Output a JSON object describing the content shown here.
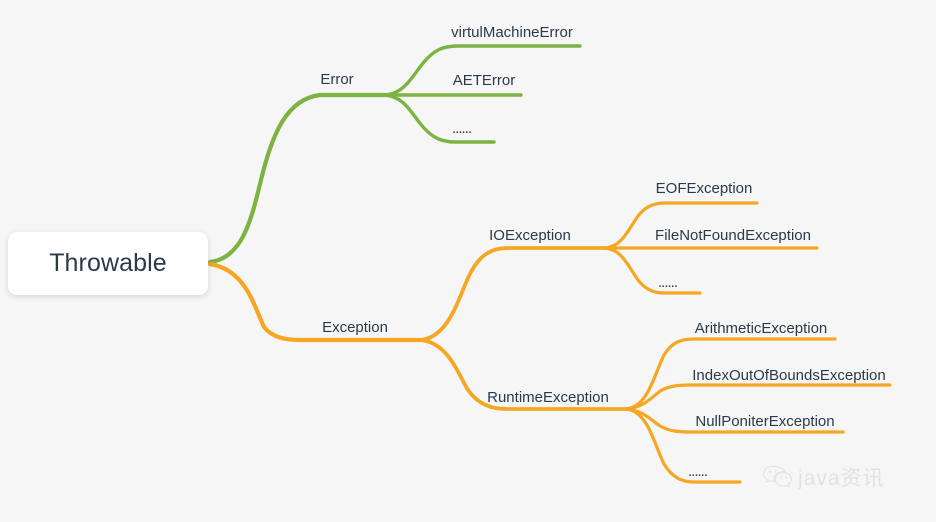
{
  "diagram": {
    "title": "Throwable",
    "background_color": "#f6f6f6",
    "type": "mindmap",
    "root": {
      "label": "Throwable"
    },
    "branches": [
      {
        "label": "Error",
        "color": "#7cb342",
        "children": [
          {
            "label": "virtulMachineError"
          },
          {
            "label": "AETError"
          },
          {
            "label": "......"
          }
        ]
      },
      {
        "label": "Exception",
        "color": "#f5a623",
        "children": [
          {
            "label": "IOException",
            "children": [
              {
                "label": "EOFException"
              },
              {
                "label": "FileNotFoundException"
              },
              {
                "label": "......"
              }
            ]
          },
          {
            "label": "RuntimeException",
            "children": [
              {
                "label": "ArithmeticException"
              },
              {
                "label": "IndexOutOfBoundsException"
              },
              {
                "label": "NullPoniterException"
              },
              {
                "label": "......"
              }
            ]
          }
        ]
      }
    ]
  },
  "watermark": {
    "text": "java资讯",
    "icon": "wechat-icon",
    "color": "#e2e2e2"
  },
  "colors": {
    "error_green": "#7cb342",
    "exception_orange": "#f5a623",
    "text": "#2b3a4a",
    "node_fill": "#ffffff",
    "background": "#f6f6f6"
  }
}
